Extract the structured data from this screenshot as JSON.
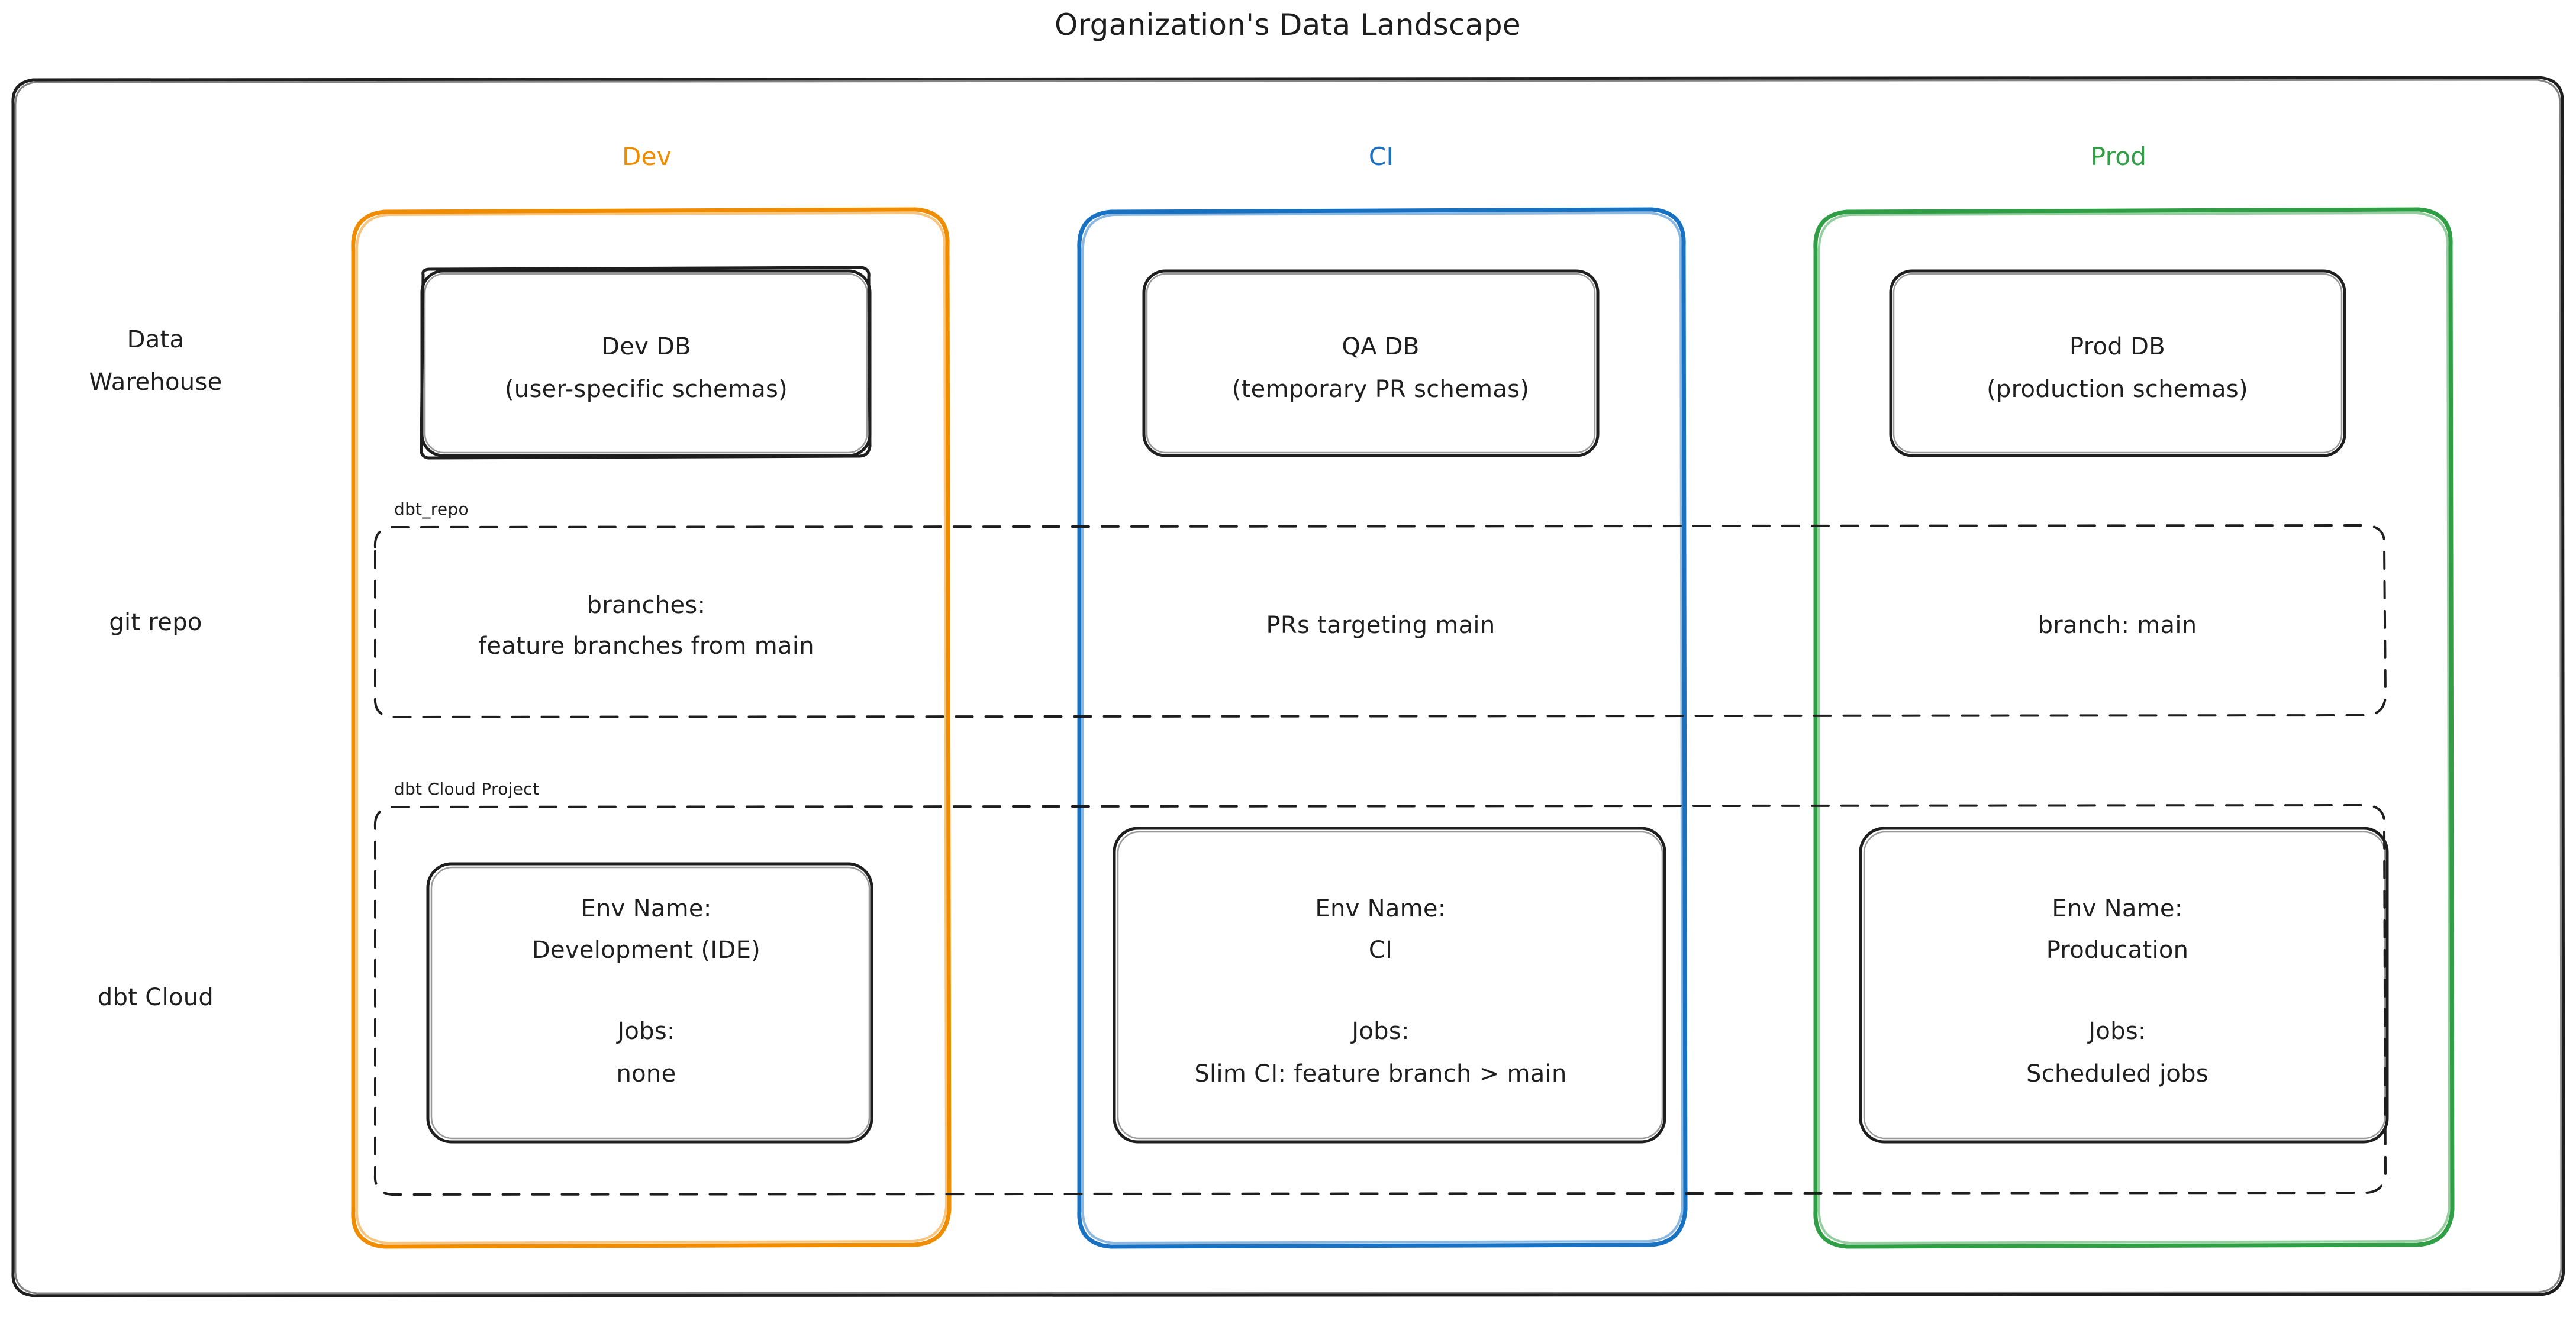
{
  "title": "Organization's Data Landscape",
  "colors": {
    "dev": "#f08c00",
    "ci": "#1971c2",
    "prod": "#2f9e44",
    "stroke": "#1e1e1e",
    "background": "#ffffff"
  },
  "columns": [
    {
      "id": "dev",
      "label": "Dev",
      "color": "#f08c00"
    },
    {
      "id": "ci",
      "label": "CI",
      "color": "#1971c2"
    },
    {
      "id": "prod",
      "label": "Prod",
      "color": "#2f9e44"
    }
  ],
  "rows": [
    {
      "id": "data-warehouse",
      "label_line1": "Data",
      "label_line2": "Warehouse"
    },
    {
      "id": "git-repo",
      "label_line1": "git repo",
      "label_line2": ""
    },
    {
      "id": "dbt-cloud",
      "label_line1": "dbt Cloud",
      "label_line2": ""
    }
  ],
  "groups": [
    {
      "id": "dbt-repo",
      "label": "dbt_repo"
    },
    {
      "id": "dbt-cloud-project",
      "label": "dbt Cloud Project"
    }
  ],
  "nodes": {
    "warehouse": {
      "dev": {
        "line1": "Dev DB",
        "line2": "(user-specific schemas)"
      },
      "ci": {
        "line1": "QA DB",
        "line2": "(temporary PR schemas)"
      },
      "prod": {
        "line1": "Prod DB",
        "line2": "(production schemas)"
      }
    },
    "git": {
      "dev": {
        "line1": "branches:",
        "line2": "feature branches from main"
      },
      "ci": {
        "line1": "PRs targeting main",
        "line2": ""
      },
      "prod": {
        "line1": "branch: main",
        "line2": ""
      }
    },
    "dbtcloud": {
      "dev": {
        "env_label": "Env Name:",
        "env_value": "Development (IDE)",
        "jobs_label": "Jobs:",
        "jobs_value": "none"
      },
      "ci": {
        "env_label": "Env Name:",
        "env_value": "CI",
        "jobs_label": "Jobs:",
        "jobs_value": "Slim CI: feature branch > main"
      },
      "prod": {
        "env_label": "Env Name:",
        "env_value": "Producation",
        "jobs_label": "Jobs:",
        "jobs_value": "Scheduled jobs"
      }
    }
  }
}
